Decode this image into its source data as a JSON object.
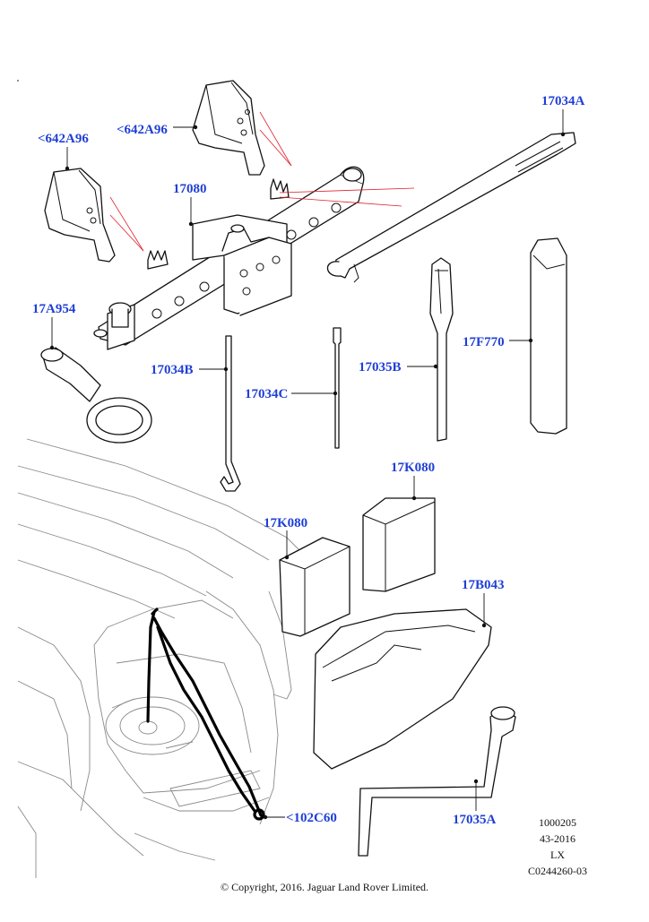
{
  "diagram": {
    "callouts": [
      {
        "id": "c1",
        "label": "17034A"
      },
      {
        "id": "c2",
        "label": "<642A96"
      },
      {
        "id": "c3",
        "label": "<642A96"
      },
      {
        "id": "c4",
        "label": "17080"
      },
      {
        "id": "c5",
        "label": "17A954"
      },
      {
        "id": "c6",
        "label": "17F770"
      },
      {
        "id": "c7",
        "label": "17034B"
      },
      {
        "id": "c8",
        "label": "17035B"
      },
      {
        "id": "c9",
        "label": "17034C"
      },
      {
        "id": "c10",
        "label": "17K080"
      },
      {
        "id": "c11",
        "label": "17K080"
      },
      {
        "id": "c12",
        "label": "17B043"
      },
      {
        "id": "c13",
        "label": "<102C60"
      },
      {
        "id": "c14",
        "label": "17035A"
      }
    ],
    "reference_block": [
      "1000205",
      "43-2016",
      "LX",
      "C0244260-03"
    ],
    "copyright": "© Copyright, 2016. Jaguar Land Rover Limited.",
    "colors": {
      "callout": "#1f3fd6",
      "leader": "#111111",
      "red_line": "#e0202a",
      "car_outline": "#8a8a8a"
    }
  }
}
